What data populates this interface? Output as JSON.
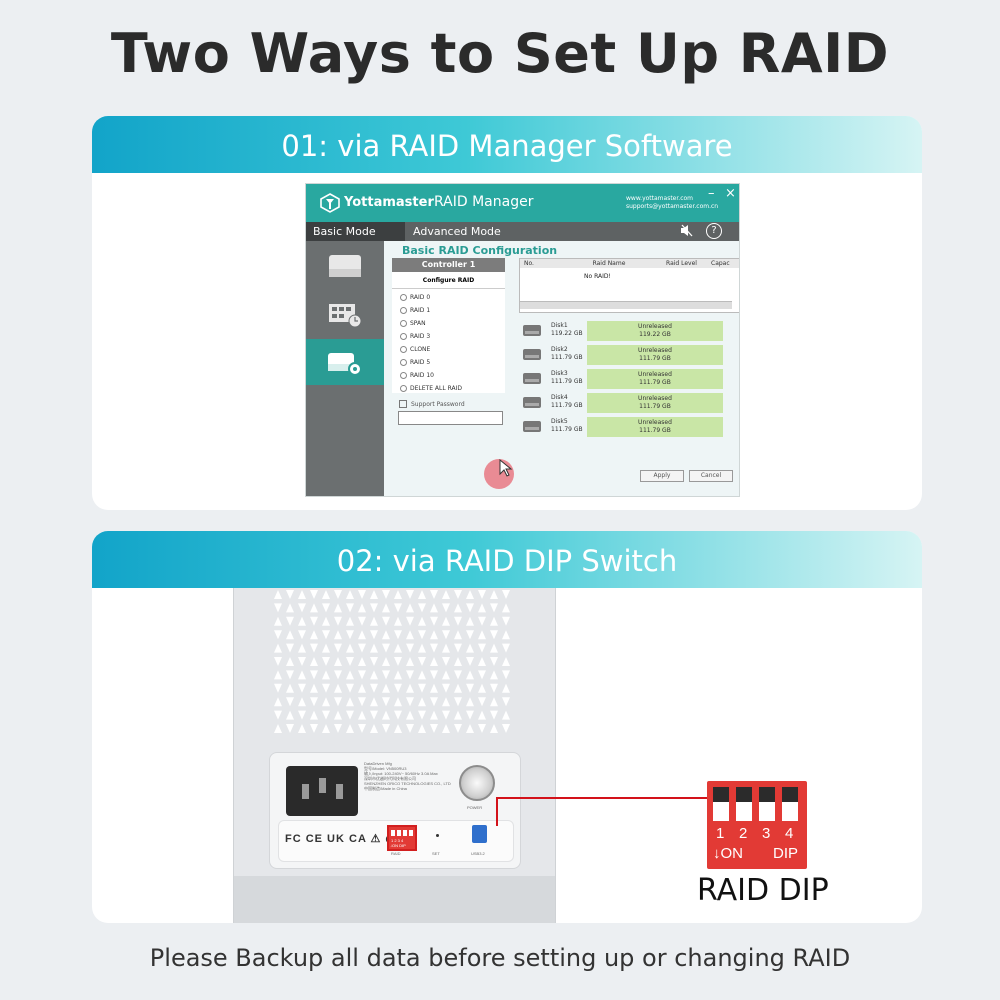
{
  "page": {
    "title": "Two Ways to Set Up RAID",
    "footer_note": "Please Backup all data before setting up or changing RAID"
  },
  "section1": {
    "header": "01: via RAID Manager Software",
    "app": {
      "brand": "Yottamaster",
      "title": "RAID Manager",
      "contact_website": "www.yottamaster.com",
      "contact_email": "supports@yottamaster.com.cn",
      "minimize": "–",
      "close": "×",
      "tabs": [
        {
          "label": "Basic Mode",
          "active": true
        },
        {
          "label": "Advanced Mode",
          "active": false
        }
      ],
      "help_icon": "?",
      "heading": "Basic RAID Configuration",
      "controller_label": "Controller 1",
      "configure_label": "Configure RAID",
      "raid_options": [
        "RAID 0",
        "RAID 1",
        "SPAN",
        "RAID 3",
        "CLONE",
        "RAID 5",
        "RAID 10",
        "DELETE ALL RAID"
      ],
      "support_password_label": "Support Password",
      "table_headers": [
        "No.",
        "Raid Name",
        "Raid Level",
        "Capac"
      ],
      "no_raid_text": "No RAID!",
      "disks": [
        {
          "name": "Disk1",
          "size": "119.22 GB",
          "status": "Unreleased",
          "status_size": "119.22 GB"
        },
        {
          "name": "Disk2",
          "size": "111.79 GB",
          "status": "Unreleased",
          "status_size": "111.79 GB"
        },
        {
          "name": "Disk3",
          "size": "111.79 GB",
          "status": "Unreleased",
          "status_size": "111.79 GB"
        },
        {
          "name": "Disk4",
          "size": "111.79 GB",
          "status": "Unreleased",
          "status_size": "111.79 GB"
        },
        {
          "name": "Disk5",
          "size": "111.79 GB",
          "status": "Unreleased",
          "status_size": "111.79 GB"
        }
      ],
      "apply_label": "Apply",
      "cancel_label": "Cancel",
      "accent_color": "#2a9c94",
      "disk_status_color": "#c9e6a6"
    }
  },
  "section2": {
    "header": "02: via RAID DIP Switch",
    "device": {
      "panel_info": [
        "DataDriven Mfg",
        "型号/Model: VN500RU3",
        "输入/Input: 100-240V~ 50/60Hz 3.0A Max",
        "深圳市优越时代科技有限公司",
        "SHENZHEN ORICO TECHNOLOGIES CO., LTD",
        "中国制造/Made in China"
      ],
      "ac_label": "AC 100-240V",
      "power_label": "POWER",
      "cert_marks": "FC CE UK CA ⚠ ◎",
      "set_label": "SET",
      "raid_label": "RAID",
      "usb_label": "USB3.2",
      "small_dip_nums": "1 2 3 4",
      "small_dip_on": "↓ON DIP"
    },
    "dip_switch": {
      "numbers": [
        "1",
        "2",
        "3",
        "4"
      ],
      "on_label": "↓ON",
      "dip_label": "DIP",
      "label": "RAID DIP",
      "color": "#e23a35",
      "connector_color": "#d3121a"
    }
  }
}
